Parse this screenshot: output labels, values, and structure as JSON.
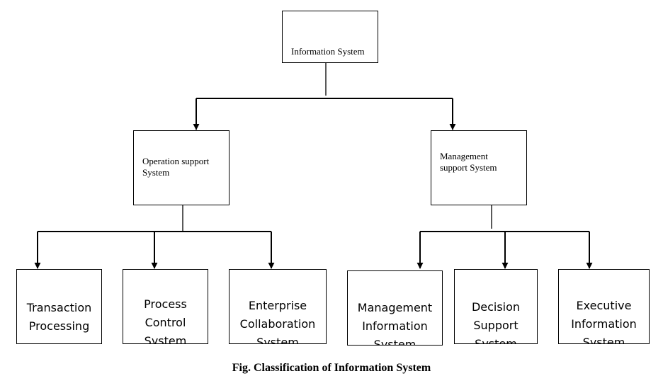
{
  "root": {
    "label": "Information System"
  },
  "branches": [
    {
      "label_line1": "Operation support",
      "label_line2": "System",
      "children": [
        {
          "line1": "Transaction",
          "line2": "Processing",
          "line3": ""
        },
        {
          "line1": "Process",
          "line2": "Control",
          "line3": "System"
        },
        {
          "line1": "Enterprise",
          "line2": "Collaboration",
          "line3": "System"
        }
      ]
    },
    {
      "label_line1": "Management",
      "label_line2": "support System",
      "children": [
        {
          "line1": "Management",
          "line2": "Information",
          "line3": "System"
        },
        {
          "line1": "Decision",
          "line2": "Support",
          "line3": "System"
        },
        {
          "line1": "Executive",
          "line2": "Information",
          "line3": "System"
        }
      ]
    }
  ],
  "caption": "Fig.  Classification of Information System",
  "colors": {
    "line": "#000000",
    "background": "#ffffff"
  }
}
